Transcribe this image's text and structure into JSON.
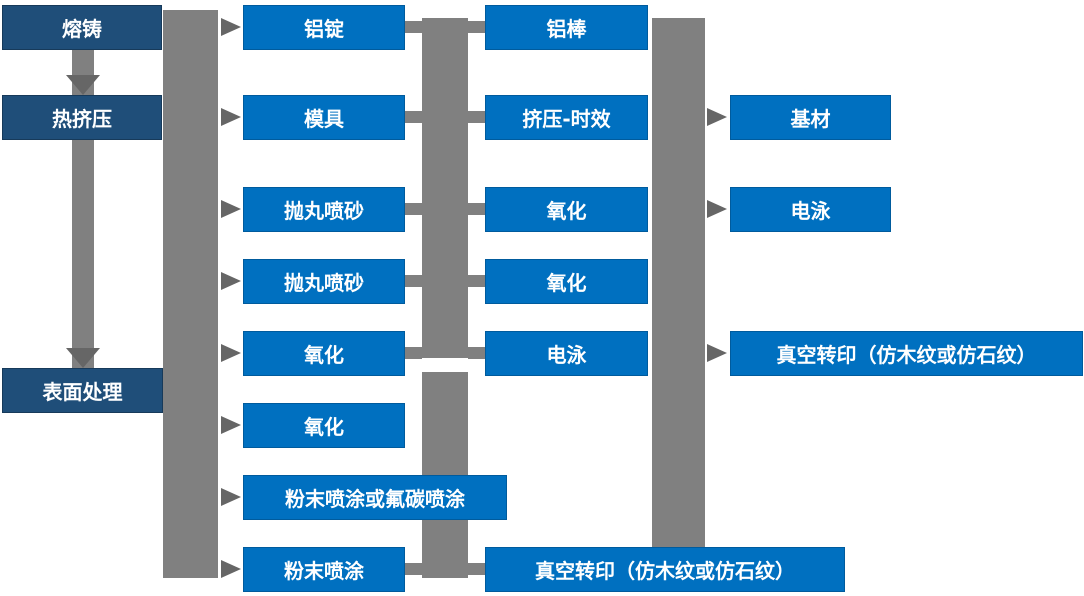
{
  "diagram": {
    "type": "process-flowchart",
    "description": "aluminum-profile-production-process-flow",
    "columns": [
      {
        "name": "production-stages",
        "boxes": [
          {
            "label": "熔铸"
          },
          {
            "label": "热挤压"
          },
          {
            "label": "表面处理"
          }
        ]
      },
      {
        "name": "process-step-1",
        "boxes": [
          {
            "label": "铝锭"
          },
          {
            "label": "模具"
          },
          {
            "label": "抛丸喷砂"
          },
          {
            "label": "抛丸喷砂"
          },
          {
            "label": "氧化"
          },
          {
            "label": "氧化"
          },
          {
            "label": "粉末喷涂或氟碳喷涂"
          },
          {
            "label": "粉末喷涂"
          }
        ]
      },
      {
        "name": "process-step-2",
        "boxes": [
          {
            "label": "铝棒"
          },
          {
            "label": "挤压-时效"
          },
          {
            "label": "氧化"
          },
          {
            "label": "氧化"
          },
          {
            "label": "电泳"
          },
          {
            "label": "真空转印（仿木纹或仿石纹）"
          }
        ]
      },
      {
        "name": "process-step-3",
        "boxes": [
          {
            "label": "基材"
          },
          {
            "label": "电泳"
          },
          {
            "label": "真空转印（仿木纹或仿石纹）"
          }
        ]
      }
    ],
    "colors": {
      "stage_box": "#1f4e79",
      "process_box": "#0070c0",
      "connector": "#808080",
      "arrowhead": "#666666",
      "text": "#ffffff",
      "background": "#ffffff"
    }
  }
}
